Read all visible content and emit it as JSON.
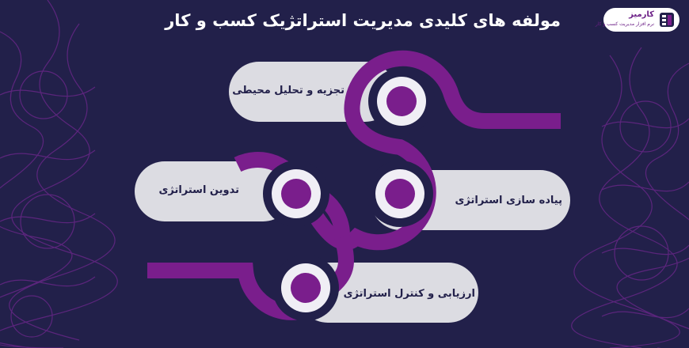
{
  "header": {
    "title": "مولفه های کلیدی مدیریت استراتژیک کسب و کار"
  },
  "brand": {
    "name": "کارمیز",
    "tagline": "نرم افزار مدیریت کسب و کار"
  },
  "steps": [
    {
      "label": "تجزیه و تحلیل محیطی"
    },
    {
      "label": "تدوین استراتژی"
    },
    {
      "label": "پیاده سازی استراتژی"
    },
    {
      "label": "ارزیابی و کنترل استراتژی"
    }
  ],
  "colors": {
    "background": "#22204a",
    "accent": "#7a1e8c",
    "pill": "#dcdce2",
    "ring": "#f0eef5",
    "pattern": "#8a2aa6"
  },
  "icons": {
    "logo": "film-strip-logo-icon",
    "step_marker": "ring-dot-icon"
  }
}
